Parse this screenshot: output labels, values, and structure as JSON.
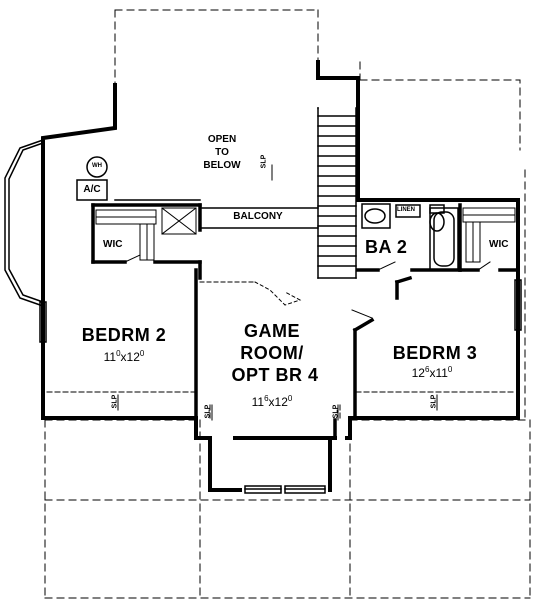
{
  "rooms": {
    "open_to_below": {
      "line1": "OPEN",
      "line2": "TO",
      "line3": "BELOW"
    },
    "balcony": {
      "name": "BALCONY"
    },
    "bath2": {
      "name": "BA 2"
    },
    "bedroom2": {
      "name": "BEDRM 2",
      "dim_a": "11",
      "dim_a_sup": "0",
      "dim_x": "x12",
      "dim_b_sup": "0"
    },
    "game_room": {
      "line1": "GAME",
      "line2": "ROOM/",
      "line3": "OPT BR 4",
      "dim_a": "11",
      "dim_a_sup": "6",
      "dim_x": "x12",
      "dim_b_sup": "0"
    },
    "bedroom3": {
      "name": "BEDRM 3",
      "dim_a": "12",
      "dim_a_sup": "6",
      "dim_x": "x11",
      "dim_b_sup": "0"
    }
  },
  "labels": {
    "wic_left": "WIC",
    "wic_right": "WIC",
    "ac": "A/C",
    "water_heater": "WH",
    "linen": "LINEN",
    "slope": "SLP"
  }
}
